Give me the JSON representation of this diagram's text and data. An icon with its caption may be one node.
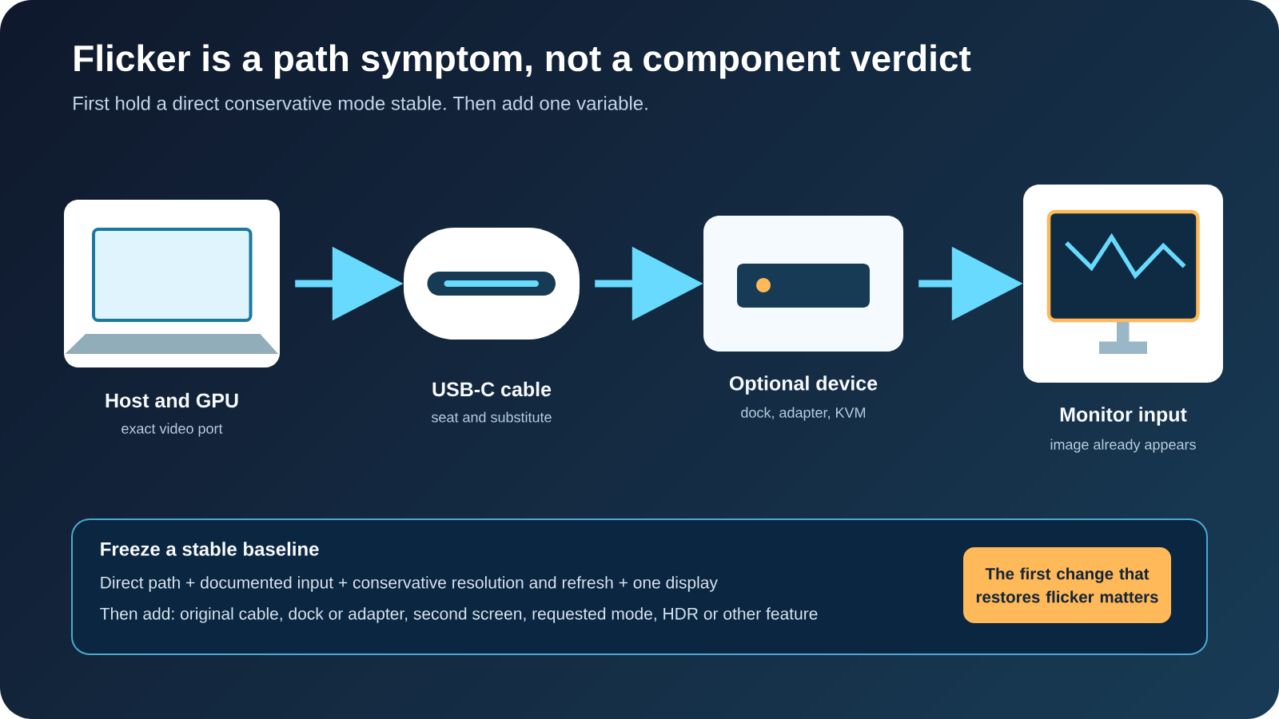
{
  "diagram": {
    "title": "Flicker is a path symptom, not a component verdict",
    "nodes": [
      {
        "text": [
          "Host and GPU",
          "exact video port"
        ]
      },
      {
        "text": [
          "USB-C cable",
          "seat and substitute"
        ]
      },
      {
        "text": [
          "Optional device",
          "dock, adapter, KVM"
        ]
      },
      {
        "text": [
          "Monitor input",
          "image already appears"
        ]
      },
      {
        "text": [
          "Freeze a stable baseline",
          "Direct path + documented input + conservative resolution and refresh + one display",
          "Then add: original cable, dock or adapter, second screen, requested mode, HDR or other feature"
        ]
      },
      {
        "text": [
          "The first change that restores flicker matters"
        ],
        "in": 4
      }
    ],
    "edges": [
      {
        "from": 0,
        "to": 1,
        "arrow": "to"
      },
      {
        "from": 1,
        "to": 2,
        "arrow": "to"
      },
      {
        "from": 2,
        "to": 3,
        "arrow": "to"
      }
    ],
    "labels": [
      "First hold a direct conservative mode stable. Then add one variable."
    ]
  }
}
